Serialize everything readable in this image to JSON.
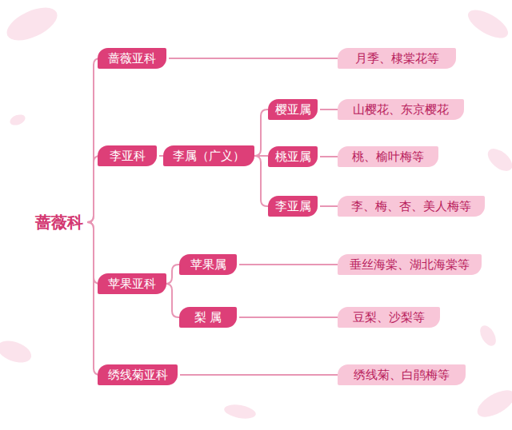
{
  "diagram": {
    "nodes": [
      {
        "text": [
          "蔷薇科"
        ]
      },
      {
        "text": [
          "蔷薇亚科"
        ]
      },
      {
        "text": [
          "月季、棣棠花等"
        ]
      },
      {
        "text": [
          "李亚科"
        ]
      },
      {
        "text": [
          "李属（广义）"
        ]
      },
      {
        "text": [
          "樱亚属"
        ]
      },
      {
        "text": [
          "山樱花、东京樱花"
        ]
      },
      {
        "text": [
          "桃亚属"
        ]
      },
      {
        "text": [
          "桃、榆叶梅等"
        ]
      },
      {
        "text": [
          "李亚属"
        ]
      },
      {
        "text": [
          "李、梅、杏、美人梅等"
        ]
      },
      {
        "text": [
          "苹果亚科"
        ]
      },
      {
        "text": [
          "苹果属"
        ]
      },
      {
        "text": [
          "垂丝海棠、湖北海棠等"
        ]
      },
      {
        "text": [
          "梨 属"
        ]
      },
      {
        "text": [
          "豆梨、沙梨等"
        ]
      },
      {
        "text": [
          "绣线菊亚科"
        ]
      },
      {
        "text": [
          "绣线菊、白鹃梅等"
        ]
      }
    ],
    "edges": [
      {
        "from": 0,
        "to": 1,
        "arrow": "none"
      },
      {
        "from": 0,
        "to": 3,
        "arrow": "none"
      },
      {
        "from": 0,
        "to": 11,
        "arrow": "none"
      },
      {
        "from": 0,
        "to": 16,
        "arrow": "none"
      },
      {
        "from": 1,
        "to": 2,
        "arrow": "none"
      },
      {
        "from": 3,
        "to": 4,
        "arrow": "none"
      },
      {
        "from": 4,
        "to": 5,
        "arrow": "none"
      },
      {
        "from": 4,
        "to": 7,
        "arrow": "none"
      },
      {
        "from": 4,
        "to": 9,
        "arrow": "none"
      },
      {
        "from": 5,
        "to": 6,
        "arrow": "none"
      },
      {
        "from": 7,
        "to": 8,
        "arrow": "none"
      },
      {
        "from": 9,
        "to": 10,
        "arrow": "none"
      },
      {
        "from": 11,
        "to": 12,
        "arrow": "none"
      },
      {
        "from": 11,
        "to": 14,
        "arrow": "none"
      },
      {
        "from": 12,
        "to": 13,
        "arrow": "none"
      },
      {
        "from": 14,
        "to": 15,
        "arrow": "none"
      },
      {
        "from": 16,
        "to": 17,
        "arrow": "none"
      }
    ]
  }
}
